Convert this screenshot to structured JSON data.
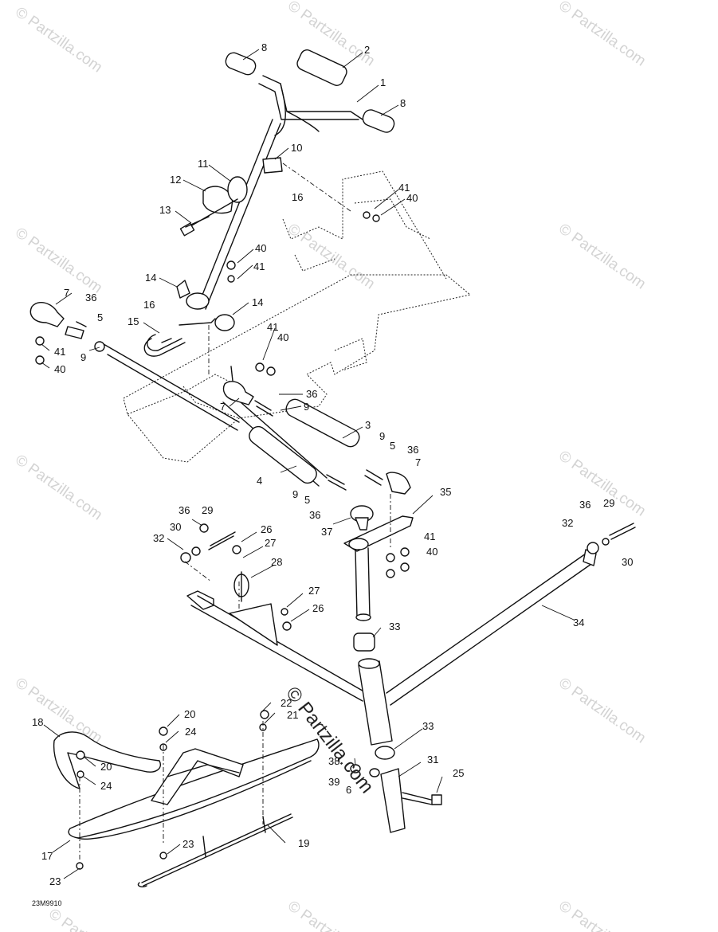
{
  "watermark": {
    "text": "© Partzilla.com"
  },
  "center_mark": {
    "text": "© Partzilla.com"
  },
  "drawing_code": "23M9910",
  "callouts": [
    {
      "id": "c-8a",
      "text": "8"
    },
    {
      "id": "c-2",
      "text": "2"
    },
    {
      "id": "c-1",
      "text": "1"
    },
    {
      "id": "c-8b",
      "text": "8"
    },
    {
      "id": "c-10",
      "text": "10"
    },
    {
      "id": "c-11",
      "text": "11"
    },
    {
      "id": "c-12",
      "text": "12"
    },
    {
      "id": "c-16a",
      "text": "16"
    },
    {
      "id": "c-41a",
      "text": "41"
    },
    {
      "id": "c-40a",
      "text": "40"
    },
    {
      "id": "c-13",
      "text": "13"
    },
    {
      "id": "c-40b",
      "text": "40"
    },
    {
      "id": "c-41b",
      "text": "41"
    },
    {
      "id": "c-14a",
      "text": "14"
    },
    {
      "id": "c-16b",
      "text": "16"
    },
    {
      "id": "c-14b",
      "text": "14"
    },
    {
      "id": "c-7a",
      "text": "7"
    },
    {
      "id": "c-36a",
      "text": "36"
    },
    {
      "id": "c-5a",
      "text": "5"
    },
    {
      "id": "c-15",
      "text": "15"
    },
    {
      "id": "c-41c",
      "text": "41"
    },
    {
      "id": "c-40c",
      "text": "40"
    },
    {
      "id": "c-41d",
      "text": "41"
    },
    {
      "id": "c-9a",
      "text": "9"
    },
    {
      "id": "c-40d",
      "text": "40"
    },
    {
      "id": "c-36b",
      "text": "36"
    },
    {
      "id": "c-7b",
      "text": "7"
    },
    {
      "id": "c-9b",
      "text": "9"
    },
    {
      "id": "c-3",
      "text": "3"
    },
    {
      "id": "c-9c",
      "text": "9"
    },
    {
      "id": "c-5b",
      "text": "5"
    },
    {
      "id": "c-36c",
      "text": "36"
    },
    {
      "id": "c-7c",
      "text": "7"
    },
    {
      "id": "c-4",
      "text": "4"
    },
    {
      "id": "c-9d",
      "text": "9"
    },
    {
      "id": "c-5c",
      "text": "5"
    },
    {
      "id": "c-36d",
      "text": "36"
    },
    {
      "id": "c-35",
      "text": "35"
    },
    {
      "id": "c-36e",
      "text": "36"
    },
    {
      "id": "c-29a",
      "text": "29"
    },
    {
      "id": "c-37",
      "text": "37"
    },
    {
      "id": "c-36f",
      "text": "36"
    },
    {
      "id": "c-29b",
      "text": "29"
    },
    {
      "id": "c-30a",
      "text": "30"
    },
    {
      "id": "c-26a",
      "text": "26"
    },
    {
      "id": "c-32a",
      "text": "32"
    },
    {
      "id": "c-27a",
      "text": "27"
    },
    {
      "id": "c-41e",
      "text": "41"
    },
    {
      "id": "c-32b",
      "text": "32"
    },
    {
      "id": "c-40e",
      "text": "40"
    },
    {
      "id": "c-30b",
      "text": "30"
    },
    {
      "id": "c-28",
      "text": "28"
    },
    {
      "id": "c-27b",
      "text": "27"
    },
    {
      "id": "c-26b",
      "text": "26"
    },
    {
      "id": "c-34",
      "text": "34"
    },
    {
      "id": "c-33a",
      "text": "33"
    },
    {
      "id": "c-20a",
      "text": "20"
    },
    {
      "id": "c-22",
      "text": "22"
    },
    {
      "id": "c-21",
      "text": "21"
    },
    {
      "id": "c-18",
      "text": "18"
    },
    {
      "id": "c-24a",
      "text": "24"
    },
    {
      "id": "c-33b",
      "text": "33"
    },
    {
      "id": "c-20b",
      "text": "20"
    },
    {
      "id": "c-24b",
      "text": "24"
    },
    {
      "id": "c-38",
      "text": "38"
    },
    {
      "id": "c-31",
      "text": "31"
    },
    {
      "id": "c-25",
      "text": "25"
    },
    {
      "id": "c-39",
      "text": "39"
    },
    {
      "id": "c-6",
      "text": "6"
    },
    {
      "id": "c-23a",
      "text": "23"
    },
    {
      "id": "c-19",
      "text": "19"
    },
    {
      "id": "c-17",
      "text": "17"
    },
    {
      "id": "c-23b",
      "text": "23"
    }
  ]
}
